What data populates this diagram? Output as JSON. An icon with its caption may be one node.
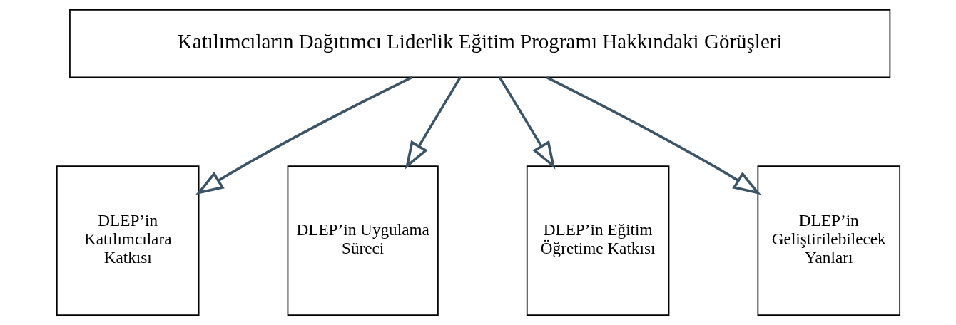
{
  "diagram": {
    "nodes": [
      {
        "text": [
          "Katılımcıların Dağıtımcı Liderlik Eğitim Programı Hakkındaki Görüşleri"
        ]
      },
      {
        "text": [
          "DLEP’in Katılımcılara Katkısı"
        ]
      },
      {
        "text": [
          "DLEP’in Uygulama Süreci"
        ]
      },
      {
        "text": [
          "DLEP’in Eğitim Öğretime Katkısı"
        ]
      },
      {
        "text": [
          "DLEP’in Geliştirilebilecek Yanları"
        ]
      }
    ],
    "edges": [
      {
        "from": 0,
        "to": 1,
        "arrow": "to"
      },
      {
        "from": 0,
        "to": 2,
        "arrow": "to"
      },
      {
        "from": 0,
        "to": 3,
        "arrow": "to"
      },
      {
        "from": 0,
        "to": 4,
        "arrow": "to"
      }
    ]
  }
}
